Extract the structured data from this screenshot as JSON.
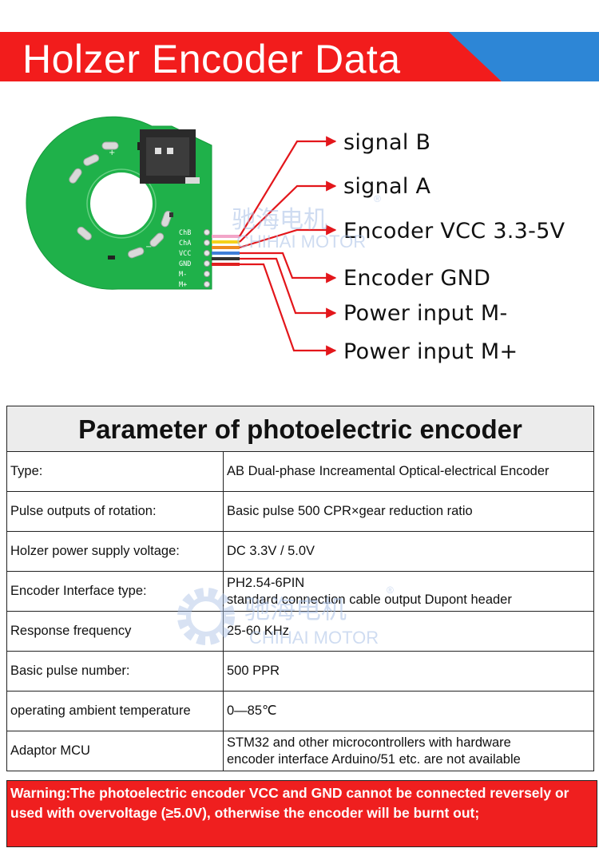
{
  "banner": {
    "title": "Holzer Encoder Data",
    "color_red": "#f21c1c",
    "color_blue": "#2d86d6"
  },
  "pcb": {
    "pins": [
      "ChB",
      "ChA",
      "VCC",
      "GND",
      "M-",
      "M+"
    ],
    "mark_plus": "+",
    "mark_minus": "−",
    "color": "#1fb14a"
  },
  "wire_labels": [
    "signal  B",
    "signal  A",
    "Encoder  VCC  3.3-5V",
    "Encoder  GND",
    "Power input  M-",
    "Power input  M+"
  ],
  "watermark": {
    "cn": "驰海电机",
    "en": "CHIHAI MOTOR",
    "reg": "®"
  },
  "table": {
    "title": "Parameter of photoelectric encoder",
    "rows": [
      {
        "key": "Type:",
        "value": "AB Dual-phase Increamental Optical-electrical Encoder"
      },
      {
        "key": "Pulse outputs of rotation:",
        "value": "Basic pulse 500 CPR×gear reduction ratio"
      },
      {
        "key": "Holzer power supply voltage:",
        "value": "DC 3.3V / 5.0V"
      },
      {
        "key": "Encoder Interface type:",
        "value_line1": "PH2.54-6PIN",
        "value_line2": "standard connection cable output Dupont header"
      },
      {
        "key": "Response frequency",
        "value": "25-60 KHz"
      },
      {
        "key": "Basic pulse number:",
        "value": "500 PPR"
      },
      {
        "key": "operating ambient temperature",
        "value": "0—85℃"
      },
      {
        "key": "Adaptor MCU",
        "value_line1": "STM32 and other microcontrollers with hardware",
        "value_line2": "encoder interface Arduino/51 etc. are not available"
      }
    ]
  },
  "warning": "Warning:The photoelectric encoder VCC and GND cannot be connected reversely or used with overvoltage (≥5.0V), otherwise the encoder will be burnt out;"
}
